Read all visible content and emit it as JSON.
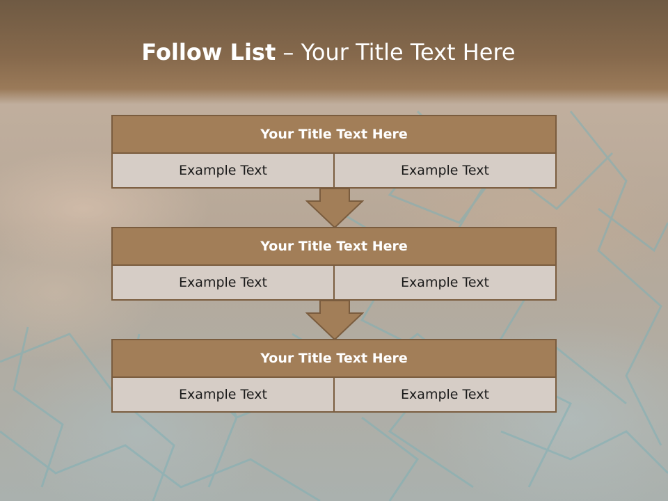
{
  "slide": {
    "title_bold": "Follow List",
    "title_rest": " – Your Title Text Here"
  },
  "steps": [
    {
      "title": "Your Title Text Here",
      "left": "Example Text",
      "right": "Example Text"
    },
    {
      "title": "Your Title Text Here",
      "left": "Example Text",
      "right": "Example Text"
    },
    {
      "title": "Your Title Text Here",
      "left": "Example Text",
      "right": "Example Text"
    }
  ],
  "colors": {
    "header_brown": "#86694c",
    "box_brown": "#a27e58",
    "box_border": "#7a5c3e",
    "cell_fill": "#d6cdc6",
    "net_teal": "#7fb0b5"
  },
  "icons": [
    "down-arrow-icon",
    "down-arrow-icon"
  ]
}
